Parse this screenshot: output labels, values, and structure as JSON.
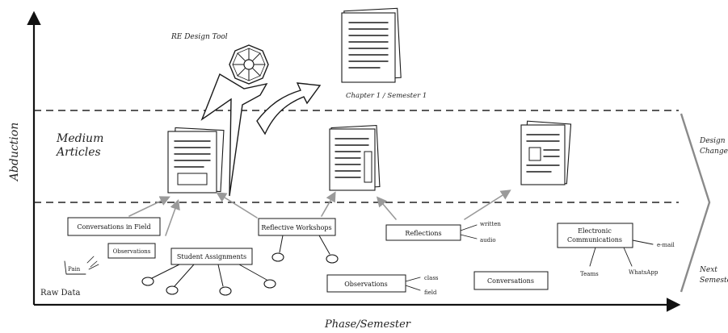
{
  "axes": {
    "y_label": "Abduction",
    "x_label": "Phase/Semester"
  },
  "lanes": {
    "medium_line1": "Medium",
    "medium_line2": "Articles",
    "raw_data": "Raw Data",
    "design_changes_line1": "Design",
    "design_changes_line2": "Changes",
    "next_semester_line1": "Next",
    "next_semester_line2": "Semester"
  },
  "top": {
    "tool_label": "RE Design Tool",
    "chapter_label": "Chapter 1 / Semester 1"
  },
  "boxes": {
    "conversations_in_field": "Conversations in Field",
    "observations_small": "Observations",
    "pain": "Pain",
    "student_assignments": "Student Assignments",
    "reflective_workshops": "Reflective Workshops",
    "reflections": "Reflections",
    "observations": "Observations",
    "conversations": "Conversations",
    "electronic_line1": "Electronic",
    "electronic_line2": "Communications"
  },
  "annotations": {
    "written": "written",
    "audio": "audio",
    "class": "class",
    "field": "field",
    "email": "e-mail",
    "teams": "Teams",
    "whatsapp": "WhatsApp"
  },
  "colors": {
    "ink": "#1a1a1a",
    "arrow_gray": "#9a9a9a",
    "band_gray": "#8a8a8a"
  }
}
